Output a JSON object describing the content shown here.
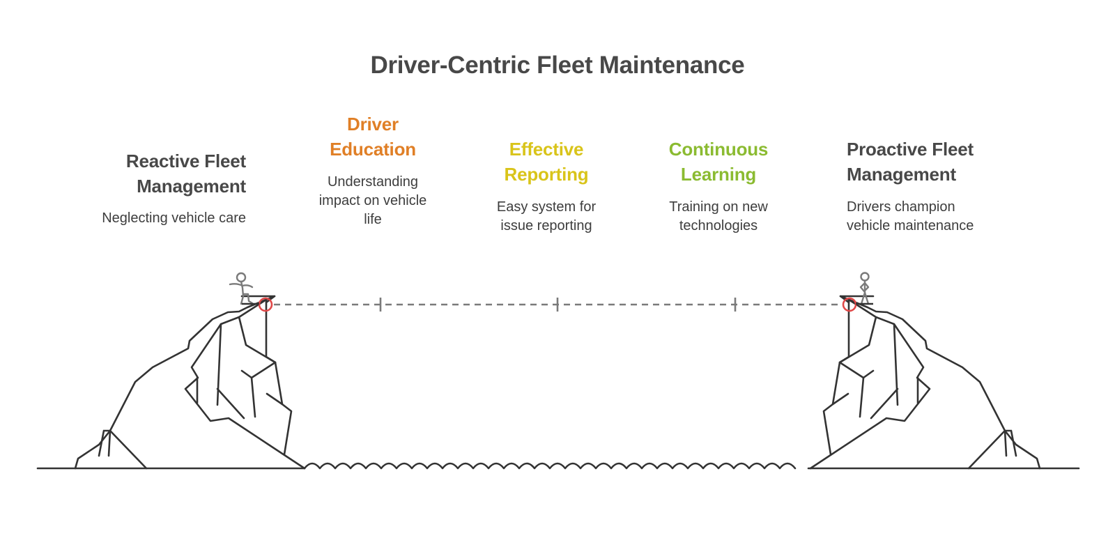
{
  "title": "Driver-Centric Fleet Maintenance",
  "colors": {
    "text_dark": "#484848",
    "orange": "#E07F26",
    "yellow": "#D9C41A",
    "green": "#8BBB31",
    "marker_red": "#E04848",
    "line_gray": "#7A7A7A",
    "cliff_stroke": "#333333"
  },
  "start": {
    "label_line1": "Reactive Fleet",
    "label_line2": "Management",
    "description": "Neglecting vehicle care"
  },
  "steps": [
    {
      "label_line1": "Driver",
      "label_line2": "Education",
      "desc_line1": "Understanding",
      "desc_line2": "impact on vehicle",
      "desc_line3": "life",
      "color": "#E07F26"
    },
    {
      "label_line1": "Effective",
      "label_line2": "Reporting",
      "desc_line1": "Easy system for",
      "desc_line2": "issue reporting",
      "color": "#D9C41A"
    },
    {
      "label_line1": "Continuous",
      "label_line2": "Learning",
      "desc_line1": "Training on new",
      "desc_line2": "technologies",
      "color": "#8BBB31"
    }
  ],
  "end": {
    "label_line1": "Proactive Fleet",
    "label_line2": "Management",
    "desc_line1": "Drivers champion",
    "desc_line2": "vehicle maintenance"
  },
  "icons": {
    "start_figure": "stick-figure-stepping-icon",
    "end_figure": "stick-figure-standing-icon",
    "start_marker": "red-circle-marker-icon",
    "end_marker": "red-circle-marker-icon"
  }
}
